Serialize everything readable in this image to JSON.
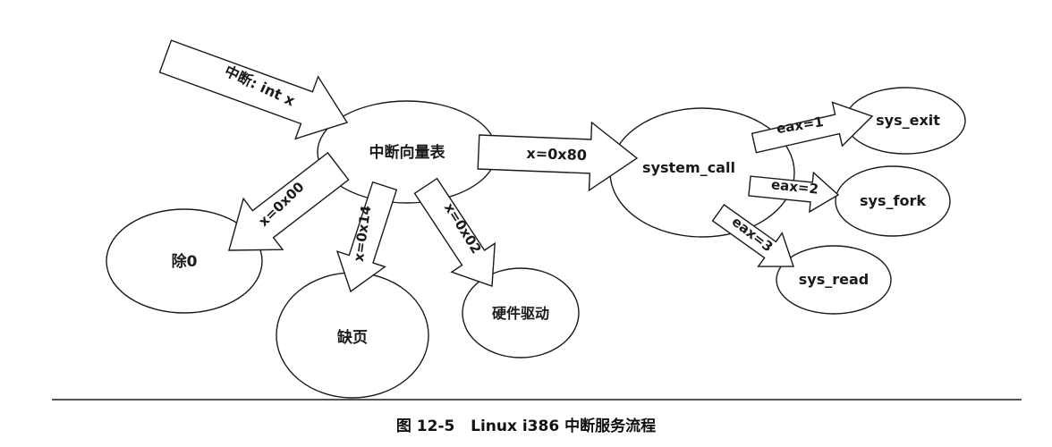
{
  "diagram": {
    "nodes": {
      "vector_table": "中断向量表",
      "div_zero": "除0",
      "page_fault": "缺页",
      "hw_driver": "硬件驱动",
      "system_call": "system_call",
      "sys_exit": "sys_exit",
      "sys_fork": "sys_fork",
      "sys_read": "sys_read"
    },
    "arrows": {
      "interrupt": "中断: int x",
      "x00": "x=0x00",
      "x14": "x=0x14",
      "x02": "x=0x02",
      "x80": "x=0x80",
      "eax1": "eax=1",
      "eax2": "eax=2",
      "eax3": "eax=3"
    }
  },
  "caption": "图 12-5   Linux i386 中断服务流程",
  "colors": {
    "line": "#1a1a1a",
    "background": "#ffffff"
  }
}
